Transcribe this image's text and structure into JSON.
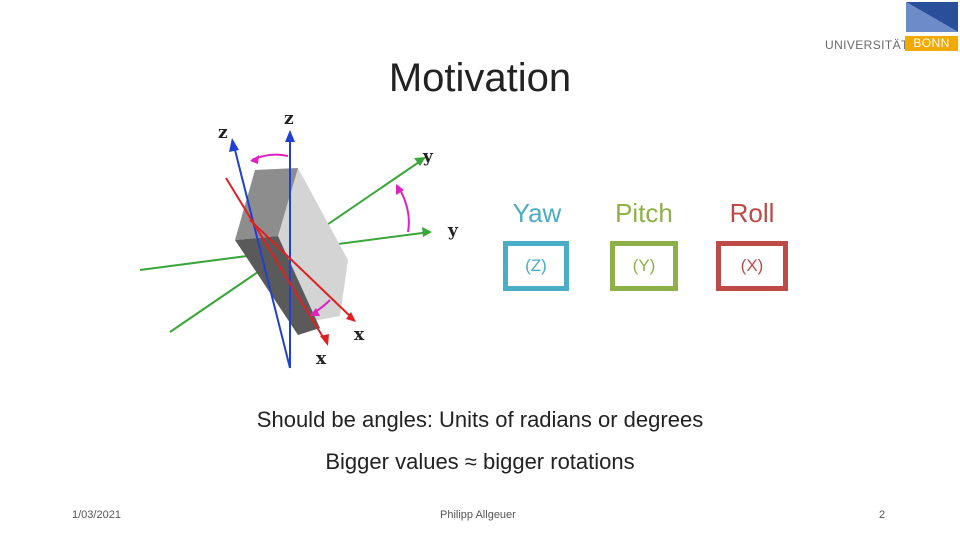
{
  "slide": {
    "title": "Motivation",
    "logo": {
      "text": "UNIVERSITÄT",
      "highlight": "BONN"
    },
    "figure": {
      "labels": {
        "z1": "z",
        "z2": "z",
        "y1": "y",
        "y2": "y",
        "x1": "x",
        "x2": "x"
      }
    },
    "columns": [
      {
        "label": "Yaw",
        "axis": "(Z)",
        "color": "#4aacc5"
      },
      {
        "label": "Pitch",
        "axis": "(Y)",
        "color": "#8db048"
      },
      {
        "label": "Roll",
        "axis": "(X)",
        "color": "#bc4b48"
      }
    ],
    "body": [
      "Should be angles: Units of radians or degrees",
      "Bigger values ≈ bigger rotations"
    ],
    "footer": {
      "date": "1/03/2021",
      "author": "Philipp Allgeuer",
      "page": "2"
    }
  }
}
